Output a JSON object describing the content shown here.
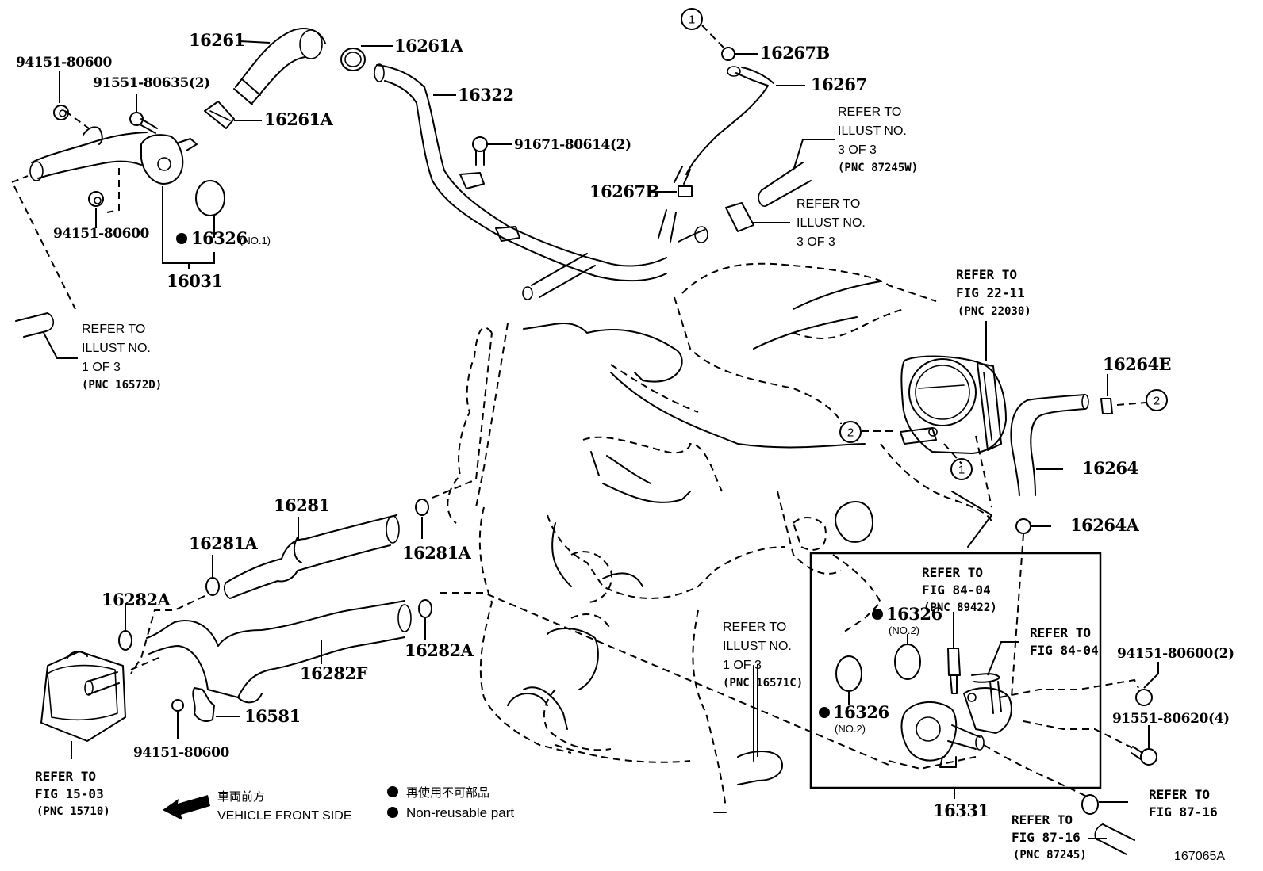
{
  "figure_id": "167065A",
  "legend": {
    "front_side_jp": "車両前方",
    "front_side_en": "VEHICLE FRONT SIDE",
    "non_reusable_jp": "再使用不可部品",
    "non_reusable_en": "Non-reusable part"
  },
  "callouts": {
    "c1": "1",
    "c2": "2"
  },
  "parts": {
    "p16261": "16261",
    "p16261A_top": "16261A",
    "p16261A_mid": "16261A",
    "p16322": "16322",
    "p91671": "91671-80614(2)",
    "p94151_top": "94151-80600",
    "p91551_635": "91551-80635(2)",
    "p94151_mid": "94151-80600",
    "p16326_no1": "16326",
    "p16326_no1_sub": "(NO.1)",
    "p16031": "16031",
    "p16267B_top": "16267B",
    "p16267": "16267",
    "p16267B_mid": "16267B",
    "p16264E": "16264E",
    "p16264": "16264",
    "p16264A": "16264A",
    "p16281": "16281",
    "p16281A_left": "16281A",
    "p16281A_right": "16281A",
    "p16282A_left": "16282A",
    "p16282A_right": "16282A",
    "p16282F": "16282F",
    "p16581": "16581",
    "p94151_bot": "94151-80600",
    "p16326_no2a": "16326",
    "p16326_no2a_sub": "(NO.2)",
    "p16326_no2b": "16326",
    "p16326_no2b_sub": "(NO.2)",
    "p16331": "16331",
    "p94151_right": "94151-80600(2)",
    "p91551_620": "91551-80620(4)"
  },
  "references": {
    "illust_1_of_3_a": [
      "REFER TO",
      "ILLUST NO.",
      "1 OF 3",
      "(PNC 16572D)"
    ],
    "illust_3_of_3_a": [
      "REFER TO",
      "ILLUST NO.",
      "3 OF 3",
      "(PNC 87245W)"
    ],
    "illust_3_of_3_b": [
      "REFER TO",
      "ILLUST NO.",
      "3 OF 3"
    ],
    "fig_22_11": [
      "REFER TO",
      "FIG 22-11",
      "(PNC 22030)"
    ],
    "fig_84_04_a": [
      "REFER TO",
      "FIG 84-04",
      "(PNC 89422)"
    ],
    "fig_84_04_b": [
      "REFER TO",
      "FIG 84-04"
    ],
    "illust_1_of_3_b": [
      "REFER TO",
      "ILLUST NO.",
      "1 OF 3",
      "(PNC 16571C)"
    ],
    "fig_15_03": [
      "REFER TO",
      "FIG 15-03",
      "(PNC 15710)"
    ],
    "fig_87_16_a": [
      "REFER TO",
      "FIG 87-16"
    ],
    "fig_87_16_b": [
      "REFER TO",
      "FIG 87-16",
      "(PNC 87245)"
    ]
  }
}
